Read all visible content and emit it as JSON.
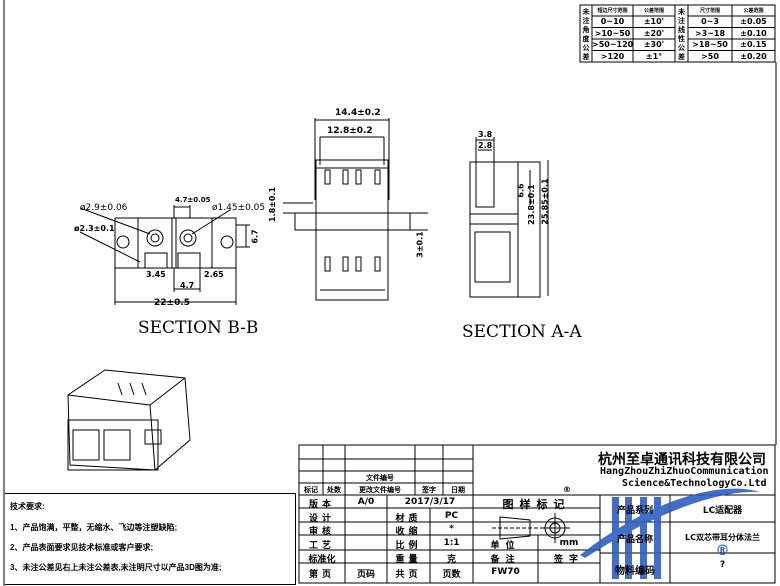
{
  "tolerance_table": {
    "angle_label": "未注角度公差",
    "angle_headers": [
      "短边尺寸范围",
      "公差范围"
    ],
    "angle_rows": [
      [
        "0~10",
        "±10'"
      ],
      [
        ">10~50",
        "±20'"
      ],
      [
        ">50~120",
        "±30'"
      ],
      [
        ">120",
        "±1°"
      ]
    ],
    "linear_label": "未注线性公差",
    "linear_headers": [
      "尺寸范围",
      "公差范围"
    ],
    "linear_rows": [
      [
        "0~3",
        "±0.05"
      ],
      [
        ">3~18",
        "±0.10"
      ],
      [
        ">18~50",
        "±0.15"
      ],
      [
        ">50",
        "±0.20"
      ]
    ]
  },
  "section_bb": {
    "title": "SECTION B-B",
    "dims": {
      "d29": "ø2.9±0.06",
      "d23": "ø2.3±0.1",
      "w47top": "4.7±0.05",
      "d145": "ø1.45±0.05",
      "h67": "6.7",
      "w345": "3.45",
      "w265": "2.65",
      "w47": "4.7",
      "w22": "22±0.5"
    }
  },
  "front_view": {
    "dims": {
      "w144": "14.4±0.2",
      "w128": "12.8±0.2",
      "h18": "1.8±0.1",
      "h3": "3±0.1"
    }
  },
  "section_aa": {
    "title": "SECTION A-A",
    "dims": {
      "w38": "3.8",
      "w28": "2.8",
      "h66": "6.6",
      "h238": "23.8±0.1",
      "h2585": "25.85±0.1"
    }
  },
  "notes": {
    "title": "技术要求:",
    "items": [
      "1、产品饱满，平整，无缩水、飞边等注塑缺陷;",
      "2、产品表面要求见技术标准或客户要求;",
      "3、未注公差见右上未注公差表,未注明尺寸以产品3D图为准;"
    ]
  },
  "title_block": {
    "rev_headers": {
      "file_no": "文件编号",
      "mark": "标记",
      "count": "处数",
      "change_no": "更改文件编号",
      "sign": "签字",
      "date": "日期"
    },
    "version_label": "版本",
    "version": "A/0",
    "date": "2017/3/17",
    "design_label": "设计",
    "review_label": "审核",
    "process_label": "工艺",
    "standard_label": "标准化",
    "page_label": "第页",
    "page_code": "页码",
    "total_label": "共页",
    "total_code": "页数",
    "material_label": "材质",
    "material": "PC",
    "shrink_label": "收缩",
    "shrink": "*",
    "scale_label": "比例",
    "scale": "1:1",
    "weight_label": "重量",
    "weight": "克",
    "drawing_mark": "图样标记",
    "unit_label": "单位",
    "unit": "mm",
    "remark_label": "备注",
    "sign_label": "签字",
    "remark": "FW70",
    "company_cn": "杭州至卓通讯科技有限公司",
    "company_en1": "HangZhouZhiZhuoCommunication",
    "company_en2": "Science&TechnologyCo.Ltd",
    "reg_mark": "®",
    "series_label": "产品系列",
    "series": "LC适配器",
    "name_label": "产品名称",
    "name": "LC双芯带耳分体法兰",
    "code_label": "物料编码",
    "code": "?",
    "logo_color": "#2f5fc0"
  }
}
